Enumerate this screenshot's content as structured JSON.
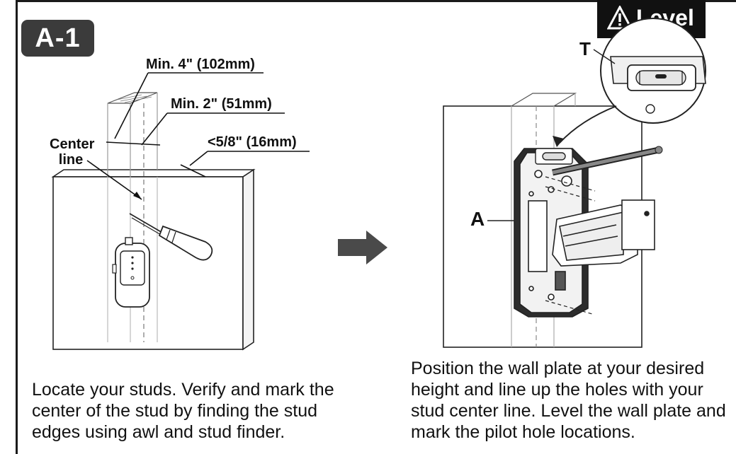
{
  "step": {
    "badge": "A-1"
  },
  "level_badge": {
    "label": "Level",
    "icon": "warning-icon"
  },
  "left_figure": {
    "dim_width": "Min. 4\" (102mm)",
    "dim_half": "Min. 2\" (51mm)",
    "dim_depth": "<5/8\" (16mm)",
    "center_label_line1": "Center",
    "center_label_line2": "line"
  },
  "right_figure": {
    "part_a": "A",
    "part_t": "T"
  },
  "captions": {
    "left": "Locate your studs. Verify and mark the center of the stud by finding the stud edges using awl and stud finder.",
    "right": "Position the wall plate at your desired height and line up the holes with your stud center line. Level the wall plate and mark the pilot hole locations."
  },
  "colors": {
    "badge_bg": "#3b3b3b",
    "level_bg": "#111111",
    "line": "#111111"
  }
}
